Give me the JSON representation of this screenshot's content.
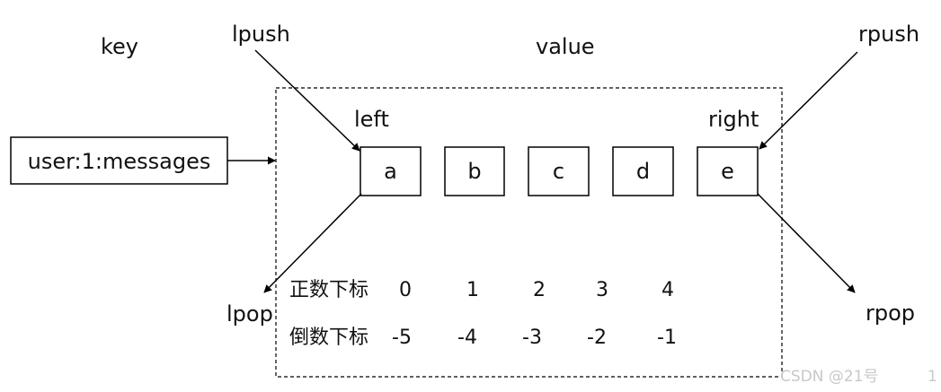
{
  "labels": {
    "key": "key",
    "value": "value",
    "lpush": "lpush",
    "rpush": "rpush",
    "lpop": "lpop",
    "rpop": "rpop",
    "left": "left",
    "right": "right"
  },
  "key_box": "user:1:messages",
  "cells": [
    "a",
    "b",
    "c",
    "d",
    "e"
  ],
  "positive_index": {
    "label": "正数下标",
    "values": [
      "0",
      "1",
      "2",
      "3",
      "4"
    ]
  },
  "negative_index": {
    "label": "倒数下标",
    "values": [
      "-5",
      "-4",
      "-3",
      "-2",
      "-1"
    ]
  },
  "watermark": "CSDN @21号",
  "page_number": "1"
}
